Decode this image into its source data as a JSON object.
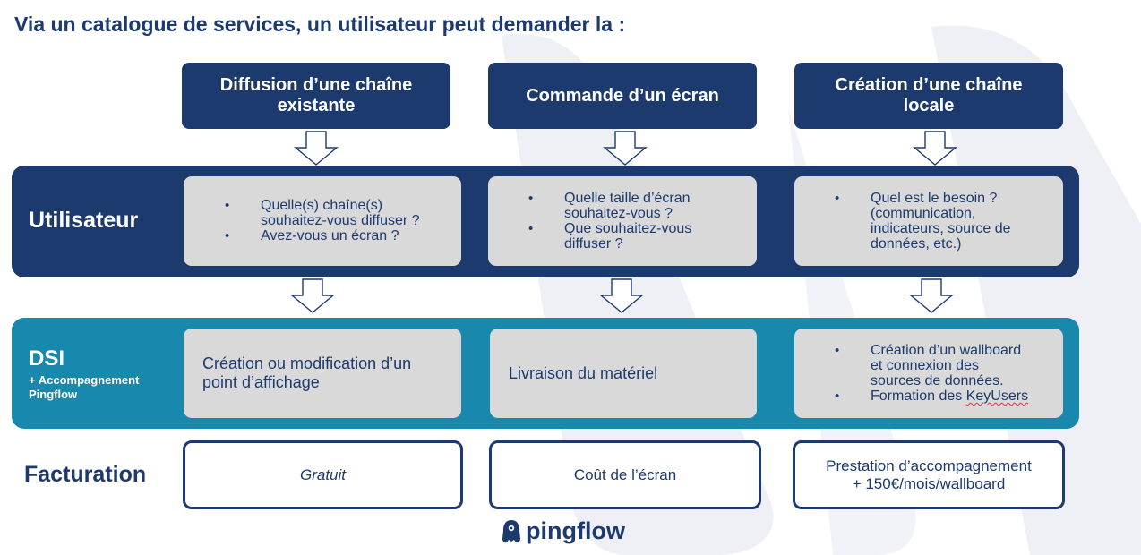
{
  "intro": "Via un catalogue de services, un utilisateur peut demander la :",
  "columns": [
    {
      "title_line1": "Diffusion d’une chaîne",
      "title_line2": "existante"
    },
    {
      "title_line1": "Commande d’un écran",
      "title_line2": ""
    },
    {
      "title_line1": "Création d’une chaîne",
      "title_line2": "locale"
    }
  ],
  "rows": {
    "utilisateur": {
      "title": "Utilisateur"
    },
    "dsi": {
      "title": "DSI",
      "subtitle_line1": "+ Accompagnement",
      "subtitle_line2": "Pingflow"
    },
    "facturation": {
      "title": "Facturation"
    }
  },
  "utilisateur_cards": [
    {
      "bullets": [
        {
          "line1": "Quelle(s) chaîne(s)",
          "line2": "souhaitez-vous diffuser ?"
        },
        {
          "line1": "Avez-vous un écran ?",
          "line2": ""
        }
      ]
    },
    {
      "bullets": [
        {
          "line1": "Quelle taille d’écran",
          "line2": "souhaitez-vous ?"
        },
        {
          "line1": "Que souhaitez-vous",
          "line2": "diffuser ?"
        }
      ]
    },
    {
      "bullets": [
        {
          "line1": "Quel est le besoin ?",
          "line2": "(communication,",
          "line3": "indicateurs, source de",
          "line4": "données, etc.)"
        }
      ]
    }
  ],
  "dsi_cards": [
    {
      "line1": "Création ou modification d’un",
      "line2": "point d’affichage"
    },
    {
      "line1": "Livraison du matériel"
    },
    {
      "bullets": [
        {
          "line1": "Création d’un wallboard",
          "line2": "et connexion des",
          "line3": "sources de données."
        },
        {
          "line1": "Formation des ",
          "line1_flagged": "KeyUsers"
        }
      ]
    }
  ],
  "facturation_boxes": [
    {
      "line1": "Gratuit"
    },
    {
      "line1": "Coût de l’écran"
    },
    {
      "line1": "Prestation d’accompagnement",
      "line2": "+ 150€/mois/wallboard"
    }
  ],
  "logo": {
    "text": "pingflow",
    "icon": "penguin-logo-icon"
  },
  "colors": {
    "navy": "#1d3a6e",
    "teal": "#1888ad",
    "card_grey": "#d9d9d9",
    "background_shape": "#eef0f6"
  }
}
